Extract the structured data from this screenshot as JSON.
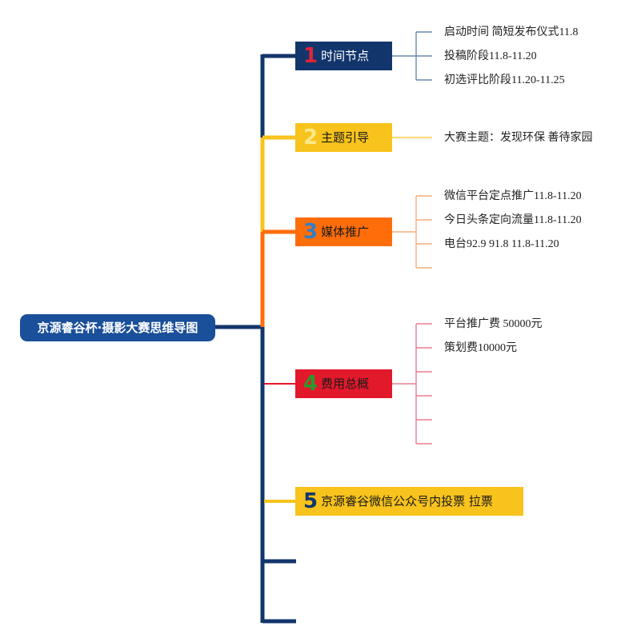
{
  "root": {
    "label": "京源睿谷杯·摄影大赛思维导图"
  },
  "branches": [
    {
      "num": "1",
      "label": "时间节点",
      "color": "#12356b",
      "num_color": "#e0243a",
      "text_color": "#ffffff",
      "leaves": [
        "启动时间 简短发布仪式11.8",
        "投稿阶段11.8-11.20",
        "初选评比阶段11.20-11.25"
      ]
    },
    {
      "num": "2",
      "label": "主题引导",
      "color": "#f7c31c",
      "num_color": "#fde98a",
      "text_color": "#1a1a1a",
      "leaves": [
        "大赛主题：发现环保 善待家园"
      ]
    },
    {
      "num": "3",
      "label": "媒体推广",
      "color": "#ff6d0a",
      "num_color": "#2f7fc8",
      "text_color": "#1a1a1a",
      "leaves": [
        "微信平台定点推广11.8-11.20",
        "今日头条定向流量11.8-11.20",
        "电台92.9 91.8 11.8-11.20"
      ]
    },
    {
      "num": "4",
      "label": "费用总概",
      "color": "#e2182b",
      "num_color": "#2a9a2a",
      "text_color": "#1a1a1a",
      "leaves": [
        "平台推广费 50000元",
        "策划费10000元"
      ]
    },
    {
      "num": "5",
      "label": "京源睿谷微信公众号内投票 拉票",
      "color": "#f7c31c",
      "num_color": "#12356b",
      "text_color": "#1a1a1a",
      "leaves": []
    }
  ]
}
